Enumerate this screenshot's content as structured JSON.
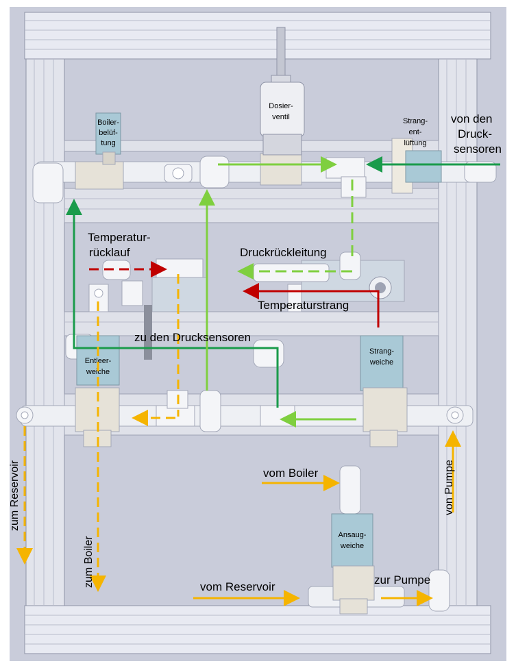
{
  "labels": {
    "dosierventil": [
      "Dosier-",
      "ventil"
    ],
    "boilerbelueftung": [
      "Boiler-",
      "belüf-",
      "tung"
    ],
    "strangentlueftung": [
      "Strang-",
      "ent-",
      "lüftung"
    ],
    "von_den_drucksensoren": [
      "von den",
      "Druck-",
      "sensoren"
    ],
    "temperaturruecklauf": [
      "Temperatur-",
      "rücklauf"
    ],
    "druckrueckleitung": "Druckrückleitung",
    "temperaturstrang": "Temperaturstrang",
    "zu_den_drucksensoren": "zu den Drucksensoren",
    "entleerweiche": [
      "Entleer-",
      "weiche"
    ],
    "strangweiche": [
      "Strang-",
      "weiche"
    ],
    "zum_reservoir": "zum Reservoir",
    "zum_boiler": "zum Boiler",
    "von_pumpe": "von Pumpe",
    "vom_boiler": "vom Boiler",
    "ansaugweiche": [
      "Ansaug-",
      "weiche"
    ],
    "vom_reservoir": "vom Reservoir",
    "zur_pumpe": "zur Pumpe"
  },
  "colors": {
    "background": "#c9ccda",
    "frame_light": "#e8eaf2",
    "frame_mid": "#b8bccb",
    "frame_dark": "#8e93a6",
    "valve_box": "#a9c9d6",
    "pipe": "#eef0f4",
    "green_dark": "#1a9b4b",
    "green_light": "#7fcf3f",
    "yellow": "#f5b400",
    "red": "#c00000"
  }
}
